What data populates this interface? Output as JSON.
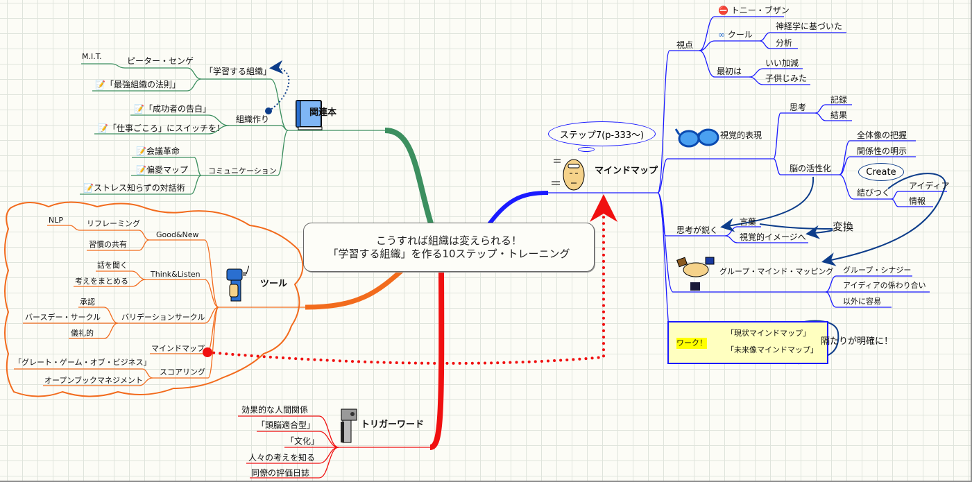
{
  "central": {
    "line1": "こうすれば組織は変えられる！",
    "line2": "「学習する組織」を作る10ステップ・トレーニング"
  },
  "related_books": {
    "label": "関連本",
    "learning_org": "「学習する組織」",
    "peter_senge": "ピーター・センゲ",
    "mit": "M.I.T.",
    "strongest": "「最強組織の法則」",
    "org_making": "組織作り",
    "success": "「成功者の告白」",
    "work_heart": "「仕事ごころ」にスイッチを！",
    "communication": "コミュニケーション",
    "meeting": "会議革命",
    "favorite_map": "偏愛マップ",
    "stress": "ストレス知らずの対話術"
  },
  "tools": {
    "label": "ツール",
    "good_new": "Good&New",
    "reframing": "リフレーミング",
    "nlp": "NLP",
    "habit": "習慣の共有",
    "think_listen": "Think&Listen",
    "listen": "話を聞く",
    "summarize": "考えをまとめる",
    "validation": "バリデーションサークル",
    "approval": "承認",
    "birthday": "バースデー・サークル",
    "ritual": "儀礼的",
    "mindmap": "マインドマップ",
    "scoring": "スコアリング",
    "great_game": "「グレート・ゲーム・オブ・ビジネス」",
    "open_book": "オープンブックマネジメント"
  },
  "trigger": {
    "label": "トリガーワード",
    "items": [
      "効果的な人間関係",
      "「頭脳適合型」",
      "「文化」",
      "人々の考えを知る",
      "同僚の評価日誌"
    ]
  },
  "mindmap": {
    "label": "マインドマップ",
    "callout": "ステップ7(p-333〜)",
    "viewpoint": "視点",
    "tony": "トニー・ブザン",
    "cool": "クール",
    "neuro": "神経学に基づいた",
    "analysis": "分析",
    "first": "最初は",
    "sloppy": "いい加減",
    "childish": "子供じみた",
    "visual": "視覚的表現",
    "thinking": "思考",
    "record": "記録",
    "result": "結果",
    "brain": "脳の活性化",
    "overview": "全体像の把握",
    "relation": "関係性の明示",
    "connect": "結びつく",
    "create": "Create",
    "idea": "アイディア",
    "info": "情報",
    "sharp": "思考が鋭く",
    "words": "言葉",
    "image": "視覚的イメージへ",
    "convert": "変換",
    "group": "グループ・マインド・マッピング",
    "synergy": "グループ・シナジー",
    "idea_rel": "アイディアの係わり合い",
    "easy": "以外に容易",
    "work": "ワーク！",
    "current": "「現状マインドマップ」",
    "future": "「未来像マインドマップ」",
    "gap": "隔たりが明確に！"
  },
  "colors": {
    "green": "#3c8f5f",
    "orange": "#f26b1d",
    "red": "#f01010",
    "blue": "#1a1aff",
    "arrow": "#0d3d8a"
  }
}
